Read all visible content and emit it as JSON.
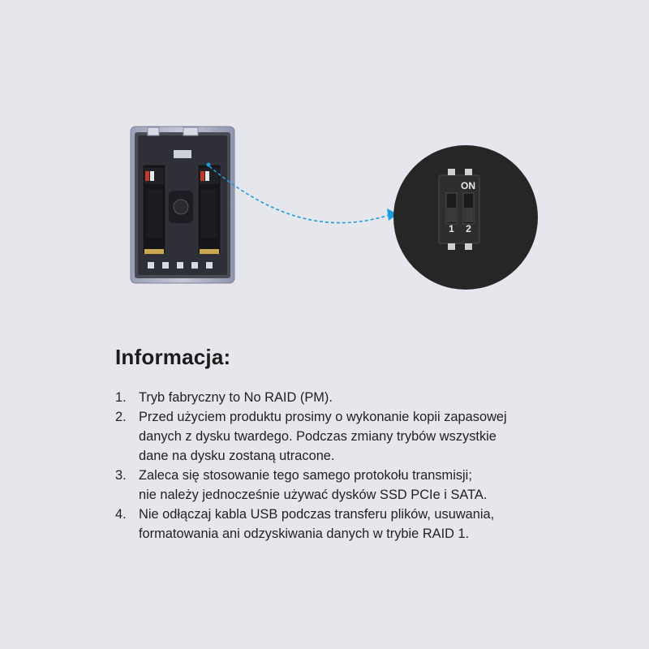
{
  "zoom_panel": {
    "on_label": "ON",
    "switch_1_label": "1",
    "switch_2_label": "2"
  },
  "colors": {
    "background": "#e6e7ec",
    "accent_arrow": "#1e9be0",
    "zoom_circle": "#262626"
  },
  "info": {
    "title": "Informacja:",
    "items": [
      {
        "number": "1.",
        "lines": [
          "Tryb fabryczny to No RAID (PM)."
        ]
      },
      {
        "number": "2.",
        "lines": [
          "Przed użyciem produktu prosimy o wykonanie kopii zapasowej",
          "danych z dysku twardego. Podczas zmiany trybów wszystkie",
          "dane na dysku zostaną utracone."
        ]
      },
      {
        "number": "3.",
        "lines": [
          "Zaleca się stosowanie tego samego protokołu transmisji;",
          "nie należy jednocześnie używać dysków SSD PCIe i SATA."
        ]
      },
      {
        "number": "4.",
        "lines": [
          "Nie odłączaj kabla USB podczas transferu plików, usuwania,",
          "formatowania ani odzyskiwania danych w trybie RAID 1."
        ]
      }
    ]
  }
}
